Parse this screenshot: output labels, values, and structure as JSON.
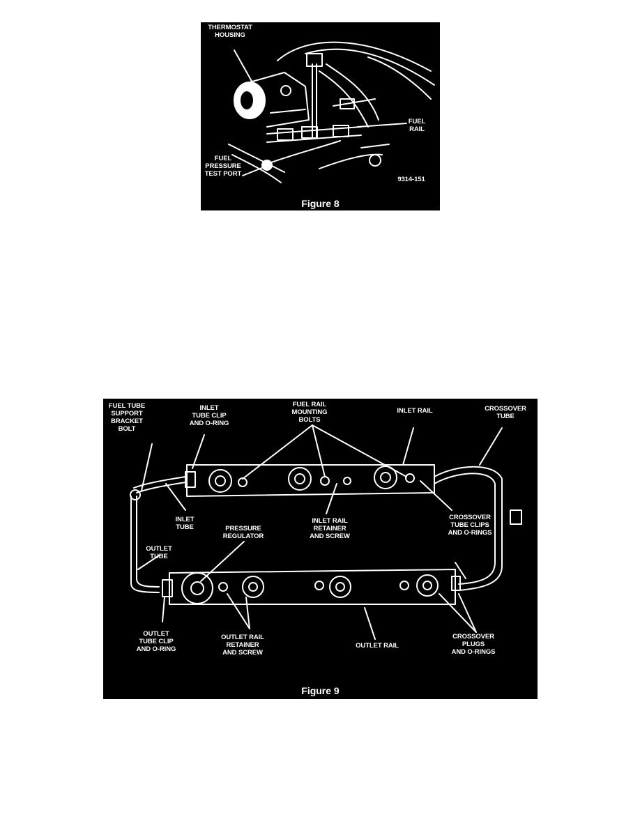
{
  "figure8": {
    "caption": "Figure 8",
    "labels": {
      "thermostat_housing": "THERMOSTAT\nHOUSING",
      "fuel_rail": "FUEL\nRAIL",
      "fuel_pressure_test_port": "FUEL\nPRESSURE\nTEST PORT",
      "part_number": "9314-151"
    }
  },
  "figure9": {
    "caption": "Figure 9",
    "labels": {
      "fuel_tube_support_bracket_bolt": "FUEL TUBE\nSUPPORT\nBRACKET BOLT",
      "inlet_tube_clip": "INLET\nTUBE CLIP\nAND O-RING",
      "fuel_rail_mounting_bolts": "FUEL RAIL\nMOUNTING\nBOLTS",
      "inlet_rail": "INLET RAIL",
      "crossover_tube": "CROSSOVER\nTUBE",
      "inlet_tube": "INLET\nTUBE",
      "pressure_regulator": "PRESSURE\nREGULATOR",
      "inlet_rail_retainer": "INLET RAIL\nRETAINER\nAND SCREW",
      "crossover_tube_clips": "CROSSOVER\nTUBE CLIPS\nAND O-RINGS",
      "outlet_tube": "OUTLET\nTUBE",
      "outlet_tube_clip": "OUTLET\nTUBE CLIP\nAND O-RING",
      "outlet_rail_retainer": "OUTLET RAIL\nRETAINER\nAND SCREW",
      "outlet_rail": "OUTLET RAIL",
      "crossover_plugs": "CROSSOVER\nPLUGS\nAND O-RINGS"
    }
  }
}
